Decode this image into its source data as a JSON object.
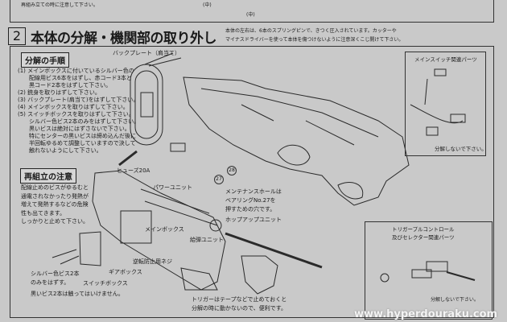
{
  "top_box": {
    "note": "再組み立ての時に注意して下さい。",
    "markers": [
      "(中)",
      "(中)"
    ]
  },
  "section": {
    "number": "2",
    "title": "本体の分解・機関部の取り外し",
    "note_lines": [
      "本体の左右は、6本のスプリングピンで、きつく圧入されています。カッターや",
      "マイナスドライバーを使って本体を傷つけないように注意深くこじ開けて下さい。"
    ]
  },
  "disassembly": {
    "heading": "分解の手順",
    "steps": [
      "(1) メインボックスに付いているシルバー色の",
      "　　配線用ビス6本をはずし、赤コード3本と",
      "　　黒コード2本をはずして下さい。",
      "(2) 銃身を取りはずして下さい。",
      "(3) バックプレート(肩当て)をはずして下さい。",
      "(4) メインボックスを取りはずして下さい。",
      "(5) スイッチボックスを取りはずして下さい。",
      "　　シルバー色ビス2本のみをはずして下さい。",
      "　　黒いビスは絶対にはずさないで下さい。",
      "　　特にセンターの黒いビスは締め込んだ後に",
      "　　半回転ゆるめて調整していますので決して",
      "　　触れないようにして下さい。"
    ]
  },
  "reassembly": {
    "heading": "再組立の注意",
    "lines": [
      "配線止めのビスがゆるむと",
      "通電されなかったり発熱が",
      "増えて発熱するなどの危険",
      "性も出てきます。",
      "しっかりと止めて下さい。"
    ]
  },
  "labels": {
    "back_plate": "バックプレート（肩当て）",
    "fuse": "ヒューズ20A",
    "power_unit": "パワーユニット",
    "maintenance": [
      "メンテナンスホールは",
      "ベアリングNo.27を",
      "押すための穴です。"
    ],
    "hopup": "ホップアップユニット",
    "main_box": "メインボックス",
    "feed_unit": "給弾ユニット",
    "anti_reverse": "逆転防止用ネジ",
    "gearbox": "ギアボックス",
    "silver_screws": [
      "シルバー色ビス2本",
      "のみをはずす。"
    ],
    "switch_box": "スイッチボックス",
    "black_screws": "黒いビス2本は触ってはいけません。",
    "trigger_note": [
      "トリガーはテープなどで止めておくと",
      "分解の時に動かないので、便利です。"
    ],
    "part_27": "27",
    "part_28": "28"
  },
  "main_switch_box": {
    "title": "メインスイッチ関連パーツ",
    "note": "分解しないで下さい。"
  },
  "trigger_box": {
    "title_lines": [
      "トリガープルコントロール",
      "及びセレクター関連パーツ"
    ],
    "note": "分解しないで下さい。"
  },
  "watermark": "www.hyperdouraku.com"
}
